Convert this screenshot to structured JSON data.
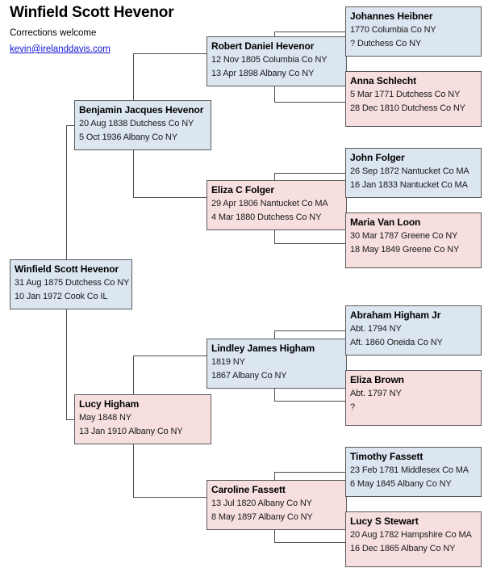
{
  "header": {
    "title": "Winfield Scott Hevenor",
    "subtitle": "Corrections welcome",
    "email": "kevin@irelanddavis.com "
  },
  "colors": {
    "male_fill": "#dce6f1",
    "female_fill": "#f7dfdf",
    "box_border": "#5a5a5a",
    "line": "#4d4d4d",
    "link": "#1414d6",
    "page_background": "#ffffff"
  },
  "chart_data": {
    "type": "diagram",
    "diagram_kind": "pedigree-ancestor-chart",
    "generations": 4,
    "legend": {
      "male": "blue box",
      "female": "pink box"
    },
    "people": [
      {
        "id": "p0",
        "generation": 0,
        "sex": "male",
        "name": "Winfield Scott Hevenor",
        "birth": "31 Aug 1875 Dutchess Co NY",
        "death": "10 Jan 1972 Cook Co IL"
      },
      {
        "id": "p1",
        "generation": 1,
        "sex": "male",
        "relation": "father",
        "name": "Benjamin Jacques Hevenor",
        "birth": "20 Aug 1838 Dutchess Co NY",
        "death": "5 Oct 1936 Albany Co NY"
      },
      {
        "id": "p2",
        "generation": 1,
        "sex": "female",
        "relation": "mother",
        "name": "Lucy Higham",
        "birth": "May 1848 NY",
        "death": "13 Jan 1910 Albany Co NY"
      },
      {
        "id": "p3",
        "generation": 2,
        "sex": "male",
        "name": "Robert Daniel Hevenor",
        "birth": "12 Nov 1805 Columbia Co NY",
        "death": "13 Apr 1898 Albany Co NY"
      },
      {
        "id": "p4",
        "generation": 2,
        "sex": "female",
        "name": "Eliza C Folger",
        "birth": "29 Apr 1806 Nantucket Co MA",
        "death": "4 Mar 1880 Dutchess Co NY"
      },
      {
        "id": "p5",
        "generation": 2,
        "sex": "male",
        "name": "Lindley James Higham",
        "birth": "1819 NY",
        "death": "1867 Albany Co NY"
      },
      {
        "id": "p6",
        "generation": 2,
        "sex": "female",
        "name": "Caroline Fassett",
        "birth": "13 Jul 1820 Albany Co NY",
        "death": "8 May 1897 Albany Co NY"
      },
      {
        "id": "p7",
        "generation": 3,
        "sex": "male",
        "name": "Johannes Heibner",
        "birth": "1770 Columbia Co NY",
        "death": "? Dutchess Co NY"
      },
      {
        "id": "p8",
        "generation": 3,
        "sex": "female",
        "name": "Anna Schlecht",
        "birth": "5 Mar 1771 Dutchess Co NY",
        "death": "28 Dec 1810 Dutchess Co NY"
      },
      {
        "id": "p9",
        "generation": 3,
        "sex": "male",
        "name": "John Folger",
        "birth": "26 Sep 1872 Nantucket Co MA",
        "death": "16 Jan 1833 Nantucket Co MA"
      },
      {
        "id": "p10",
        "generation": 3,
        "sex": "female",
        "name": "Maria Van Loon",
        "birth": "30 Mar 1787 Greene Co NY",
        "death": "18 May 1849 Greene Co NY"
      },
      {
        "id": "p11",
        "generation": 3,
        "sex": "male",
        "name": "Abraham Higham Jr",
        "birth": "Abt. 1794 NY",
        "death": "Aft. 1860 Oneida Co NY"
      },
      {
        "id": "p12",
        "generation": 3,
        "sex": "female",
        "name": "Eliza Brown",
        "birth": "Abt. 1797 NY",
        "death": "?"
      },
      {
        "id": "p13",
        "generation": 3,
        "sex": "male",
        "name": "Timothy Fassett",
        "birth": "23 Feb 1781 Middlesex Co MA",
        "death": "6 May 1845 Albany Co NY"
      },
      {
        "id": "p14",
        "generation": 3,
        "sex": "female",
        "name": "Lucy S Stewart",
        "birth": "20 Aug 1782 Hampshire Co MA",
        "death": "16 Dec 1865 Albany Co NY"
      }
    ],
    "edges": [
      {
        "child": "p0",
        "parents": [
          "p1",
          "p2"
        ]
      },
      {
        "child": "p1",
        "parents": [
          "p3",
          "p4"
        ]
      },
      {
        "child": "p2",
        "parents": [
          "p5",
          "p6"
        ]
      },
      {
        "child": "p3",
        "parents": [
          "p7",
          "p8"
        ]
      },
      {
        "child": "p4",
        "parents": [
          "p9",
          "p10"
        ]
      },
      {
        "child": "p5",
        "parents": [
          "p11",
          "p12"
        ]
      },
      {
        "child": "p6",
        "parents": [
          "p13",
          "p14"
        ]
      }
    ]
  }
}
